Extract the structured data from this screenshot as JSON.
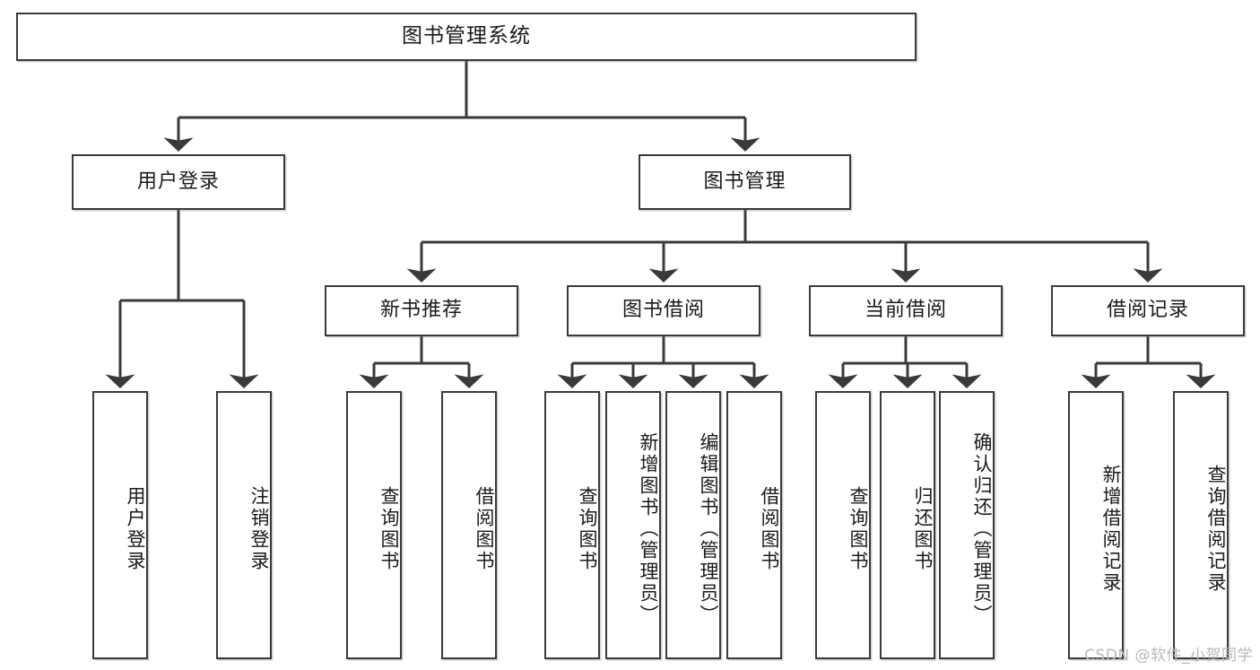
{
  "diagram": {
    "type": "tree",
    "title": "图书管理系统",
    "watermark": "CSDN @软件_小贺同学",
    "colors": {
      "background": "#ffffff",
      "border": "#3a3a3a",
      "text": "#1a1a1a",
      "connector": "#3a3a3a",
      "watermark": "#b9b9b9"
    },
    "nodes": {
      "root": {
        "label": "图书管理系统"
      },
      "level1": [
        {
          "label": "用户登录"
        },
        {
          "label": "图书管理"
        }
      ],
      "level2": [
        {
          "label": "新书推荐"
        },
        {
          "label": "图书借阅"
        },
        {
          "label": "当前借阅"
        },
        {
          "label": "借阅记录"
        }
      ],
      "leaves_user_login": [
        {
          "label": "用户登录"
        },
        {
          "label": "注销登录"
        }
      ],
      "leaves_new_book": [
        {
          "label": "查询图书"
        },
        {
          "label": "借阅图书"
        }
      ],
      "leaves_borrow": [
        {
          "label": "查询图书"
        },
        {
          "label": "新增图书（管理员）"
        },
        {
          "label": "编辑图书（管理员）"
        },
        {
          "label": "借阅图书"
        }
      ],
      "leaves_current": [
        {
          "label": "查询图书"
        },
        {
          "label": "归还图书"
        },
        {
          "label": "确认归还（管理员）"
        }
      ],
      "leaves_records": [
        {
          "label": "新增借阅记录"
        },
        {
          "label": "查询借阅记录"
        }
      ]
    }
  }
}
